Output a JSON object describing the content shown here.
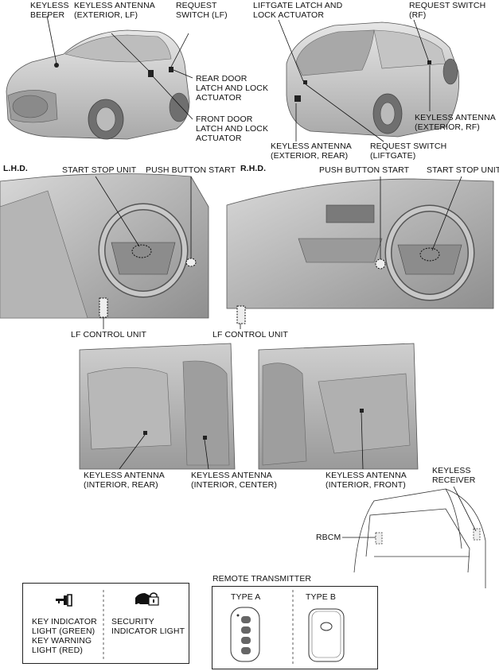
{
  "labels": {
    "keyless_beeper": "KEYLESS\nBEEPER",
    "keyless_antenna_ext_lf": "KEYLESS ANTENNA\n(EXTERIOR, LF)",
    "request_switch_lf": "REQUEST\nSWITCH (LF)",
    "rear_door_actuator": "REAR DOOR\nLATCH AND LOCK\nACTUATOR",
    "front_door_actuator": "FRONT DOOR\nLATCH AND LOCK\nACTUATOR",
    "liftgate_actuator": "LIFTGATE LATCH AND\nLOCK ACTUATOR",
    "request_switch_rf": "REQUEST SWITCH\n(RF)",
    "keyless_antenna_ext_rf": "KEYLESS ANTENNA\n(EXTERIOR, RF)",
    "keyless_antenna_ext_rear": "KEYLESS ANTENNA\n(EXTERIOR, REAR)",
    "request_switch_liftgate": "REQUEST SWITCH\n(LIFTGATE)",
    "lhd": "L.H.D.",
    "rhd": "R.H.D.",
    "start_stop_unit_l": "START STOP UNIT",
    "push_button_start_l": "PUSH BUTTON START",
    "push_button_start_r": "PUSH BUTTON START",
    "start_stop_unit_r": "START STOP UNIT",
    "lf_control_unit_l": "LF CONTROL UNIT",
    "lf_control_unit_r": "LF CONTROL UNIT",
    "keyless_antenna_int_rear": "KEYLESS ANTENNA\n(INTERIOR, REAR)",
    "keyless_antenna_int_center": "KEYLESS ANTENNA\n(INTERIOR, CENTER)",
    "keyless_antenna_int_front": "KEYLESS ANTENNA\n(INTERIOR, FRONT)",
    "keyless_receiver": "KEYLESS\nRECEIVER",
    "rbcm": "RBCM",
    "key_indicator": "KEY INDICATOR\nLIGHT (GREEN)\nKEY WARNING\nLIGHT (RED)",
    "security_indicator": "SECURITY\nINDICATOR LIGHT",
    "remote_transmitter": "REMOTE TRANSMITTER",
    "type_a": "TYPE A",
    "type_b": "TYPE B"
  },
  "icons": {
    "key_indicator": "key-indicator-icon",
    "security_indicator": "security-indicator-icon"
  }
}
